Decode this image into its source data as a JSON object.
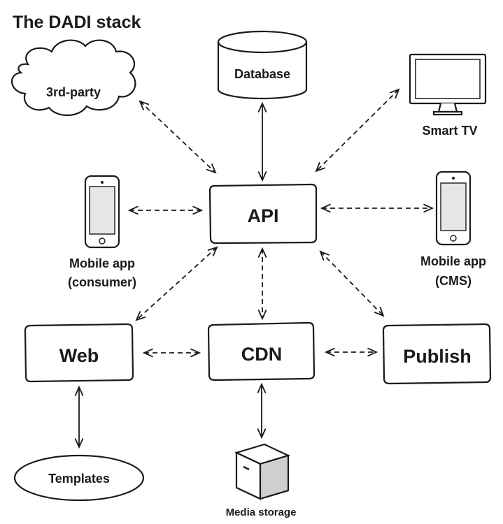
{
  "title": "The DADI stack",
  "nodes": {
    "third_party": "3rd-party",
    "database": "Database",
    "smart_tv": "Smart TV",
    "api": "API",
    "mobile_consumer_line1": "Mobile app",
    "mobile_consumer_line2": "(consumer)",
    "mobile_cms_line1": "Mobile app",
    "mobile_cms_line2": "(CMS)",
    "web": "Web",
    "cdn": "CDN",
    "publish": "Publish",
    "templates": "Templates",
    "media_storage": "Media storage"
  },
  "connections": [
    {
      "from": "3rd-party",
      "to": "API",
      "style": "dashed",
      "arrows": "both"
    },
    {
      "from": "Database",
      "to": "API",
      "style": "solid",
      "arrows": "both"
    },
    {
      "from": "Smart TV",
      "to": "API",
      "style": "dashed",
      "arrows": "both"
    },
    {
      "from": "Mobile app (consumer)",
      "to": "API",
      "style": "dashed",
      "arrows": "both"
    },
    {
      "from": "API",
      "to": "Mobile app (CMS)",
      "style": "dashed",
      "arrows": "both"
    },
    {
      "from": "API",
      "to": "Web",
      "style": "dashed",
      "arrows": "both"
    },
    {
      "from": "API",
      "to": "CDN",
      "style": "dashed",
      "arrows": "both"
    },
    {
      "from": "API",
      "to": "Publish",
      "style": "dashed",
      "arrows": "both"
    },
    {
      "from": "Web",
      "to": "CDN",
      "style": "dashed",
      "arrows": "both"
    },
    {
      "from": "CDN",
      "to": "Publish",
      "style": "dashed",
      "arrows": "both"
    },
    {
      "from": "Web",
      "to": "Templates",
      "style": "solid",
      "arrows": "both"
    },
    {
      "from": "CDN",
      "to": "Media storage",
      "style": "solid",
      "arrows": "both"
    }
  ]
}
